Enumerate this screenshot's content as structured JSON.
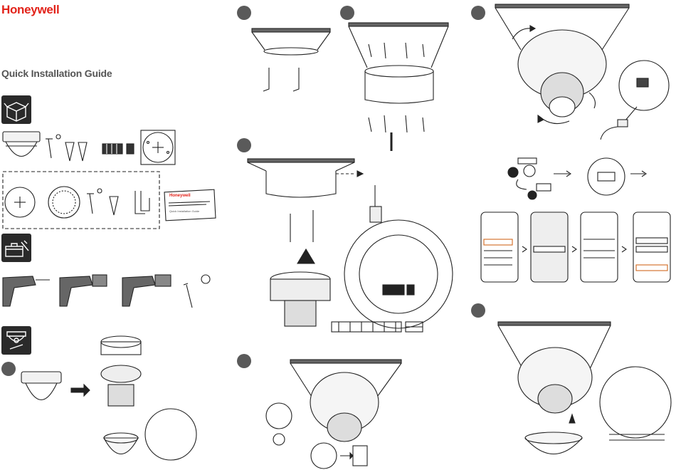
{
  "brand": {
    "name": "Honeywell",
    "color": "#e2231a"
  },
  "title": "Quick Installation Guide",
  "card": {
    "brand": "Honeywell",
    "text": "Quick Installation Guide"
  },
  "icons": {
    "box": "package-icon",
    "toolbox": "toolbox-icon",
    "camera_tool": "camera-tool-icon"
  },
  "colors": {
    "step_circle": "#5a5a5a",
    "line": "#222222",
    "panel": "#2a2a2a"
  }
}
